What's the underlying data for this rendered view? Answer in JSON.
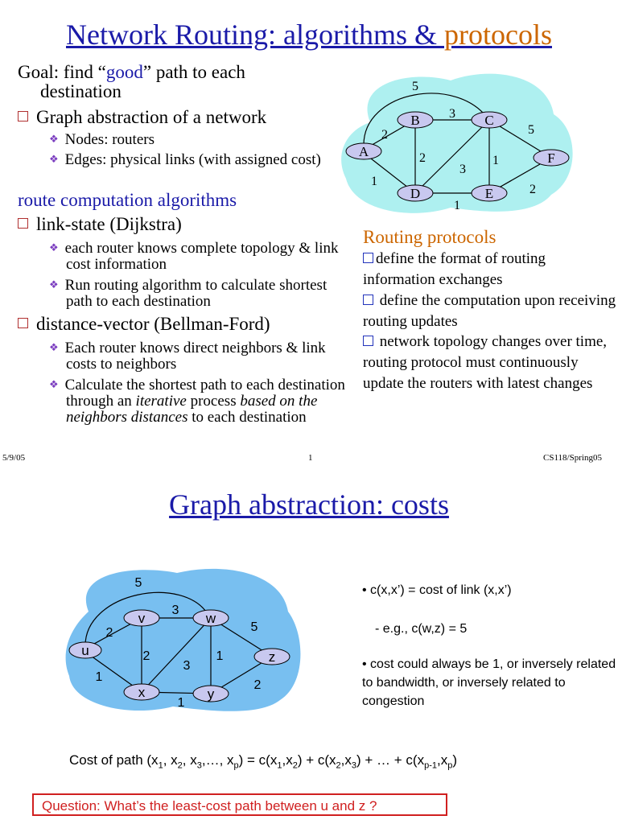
{
  "slide1": {
    "title_part1": "Network Routing: ",
    "title_part2": "algorithms",
    "title_part3": " & ",
    "title_part4": "protocols",
    "goal_prefix": "Goal: find “",
    "goal_good": "good",
    "goal_suffix": "” path to each",
    "goal_line2": "destination",
    "graph_abs": "Graph abstraction of a network",
    "nodes": "Nodes: routers",
    "edges": "Edges: physical links (with assigned cost)",
    "rca": "route computation algorithms",
    "link_state": "link-state (Dijkstra)",
    "ls_b1": "each router knows complete topology & link cost information",
    "ls_b2": "Run routing algorithm to calculate shortest path to each destination",
    "dv": "distance-vector (Bellman-Ford)",
    "dv_b1": "Each router knows direct neighbors & link costs to neighbors",
    "dv_b2_a": "Calculate the shortest path to each destination through an ",
    "dv_b2_iter": "iterative",
    "dv_b2_b": " process ",
    "dv_b2_based": "based on the neighbors distances",
    "dv_b2_c": " to each destination",
    "rp_head": "Routing protocols",
    "rp1": "define the format of routing information exchanges",
    "rp2": " define the computation upon receiving routing updates",
    "rp3": " network topology changes over time, routing protocol must continuously update the routers with latest changes",
    "graph": {
      "nodes": [
        "A",
        "B",
        "C",
        "D",
        "E",
        "F"
      ],
      "costs": [
        "5",
        "2",
        "3",
        "2",
        "3",
        "1",
        "5",
        "1",
        "1",
        "2"
      ]
    },
    "footer_date": "5/9/05",
    "footer_page": "1",
    "footer_course": "CS118/Spring05"
  },
  "slide2": {
    "title": "Graph abstraction: costs",
    "graph": {
      "nodes": [
        "u",
        "v",
        "w",
        "x",
        "y",
        "z"
      ],
      "costs": [
        "5",
        "2",
        "3",
        "2",
        "3",
        "1",
        "5",
        "1",
        "1",
        "2"
      ]
    },
    "c1": "• c(x,x’) = cost of link (x,x’)",
    "c2": "- e.g., c(w,z) = 5",
    "c3": "• cost could always be 1, or inversely related to bandwidth, or inversely related to congestion",
    "formula_lead": "Cost of path (x",
    "question": "Question: What’s the least-cost path between u and z ?"
  },
  "colors": {
    "title_blue": "#1a1aa8",
    "orange": "#cc6600",
    "cloud1": "#aef0f0",
    "cloud2": "#78bff0",
    "node_fill": "#c8c8ef",
    "question_red": "#d02020"
  }
}
